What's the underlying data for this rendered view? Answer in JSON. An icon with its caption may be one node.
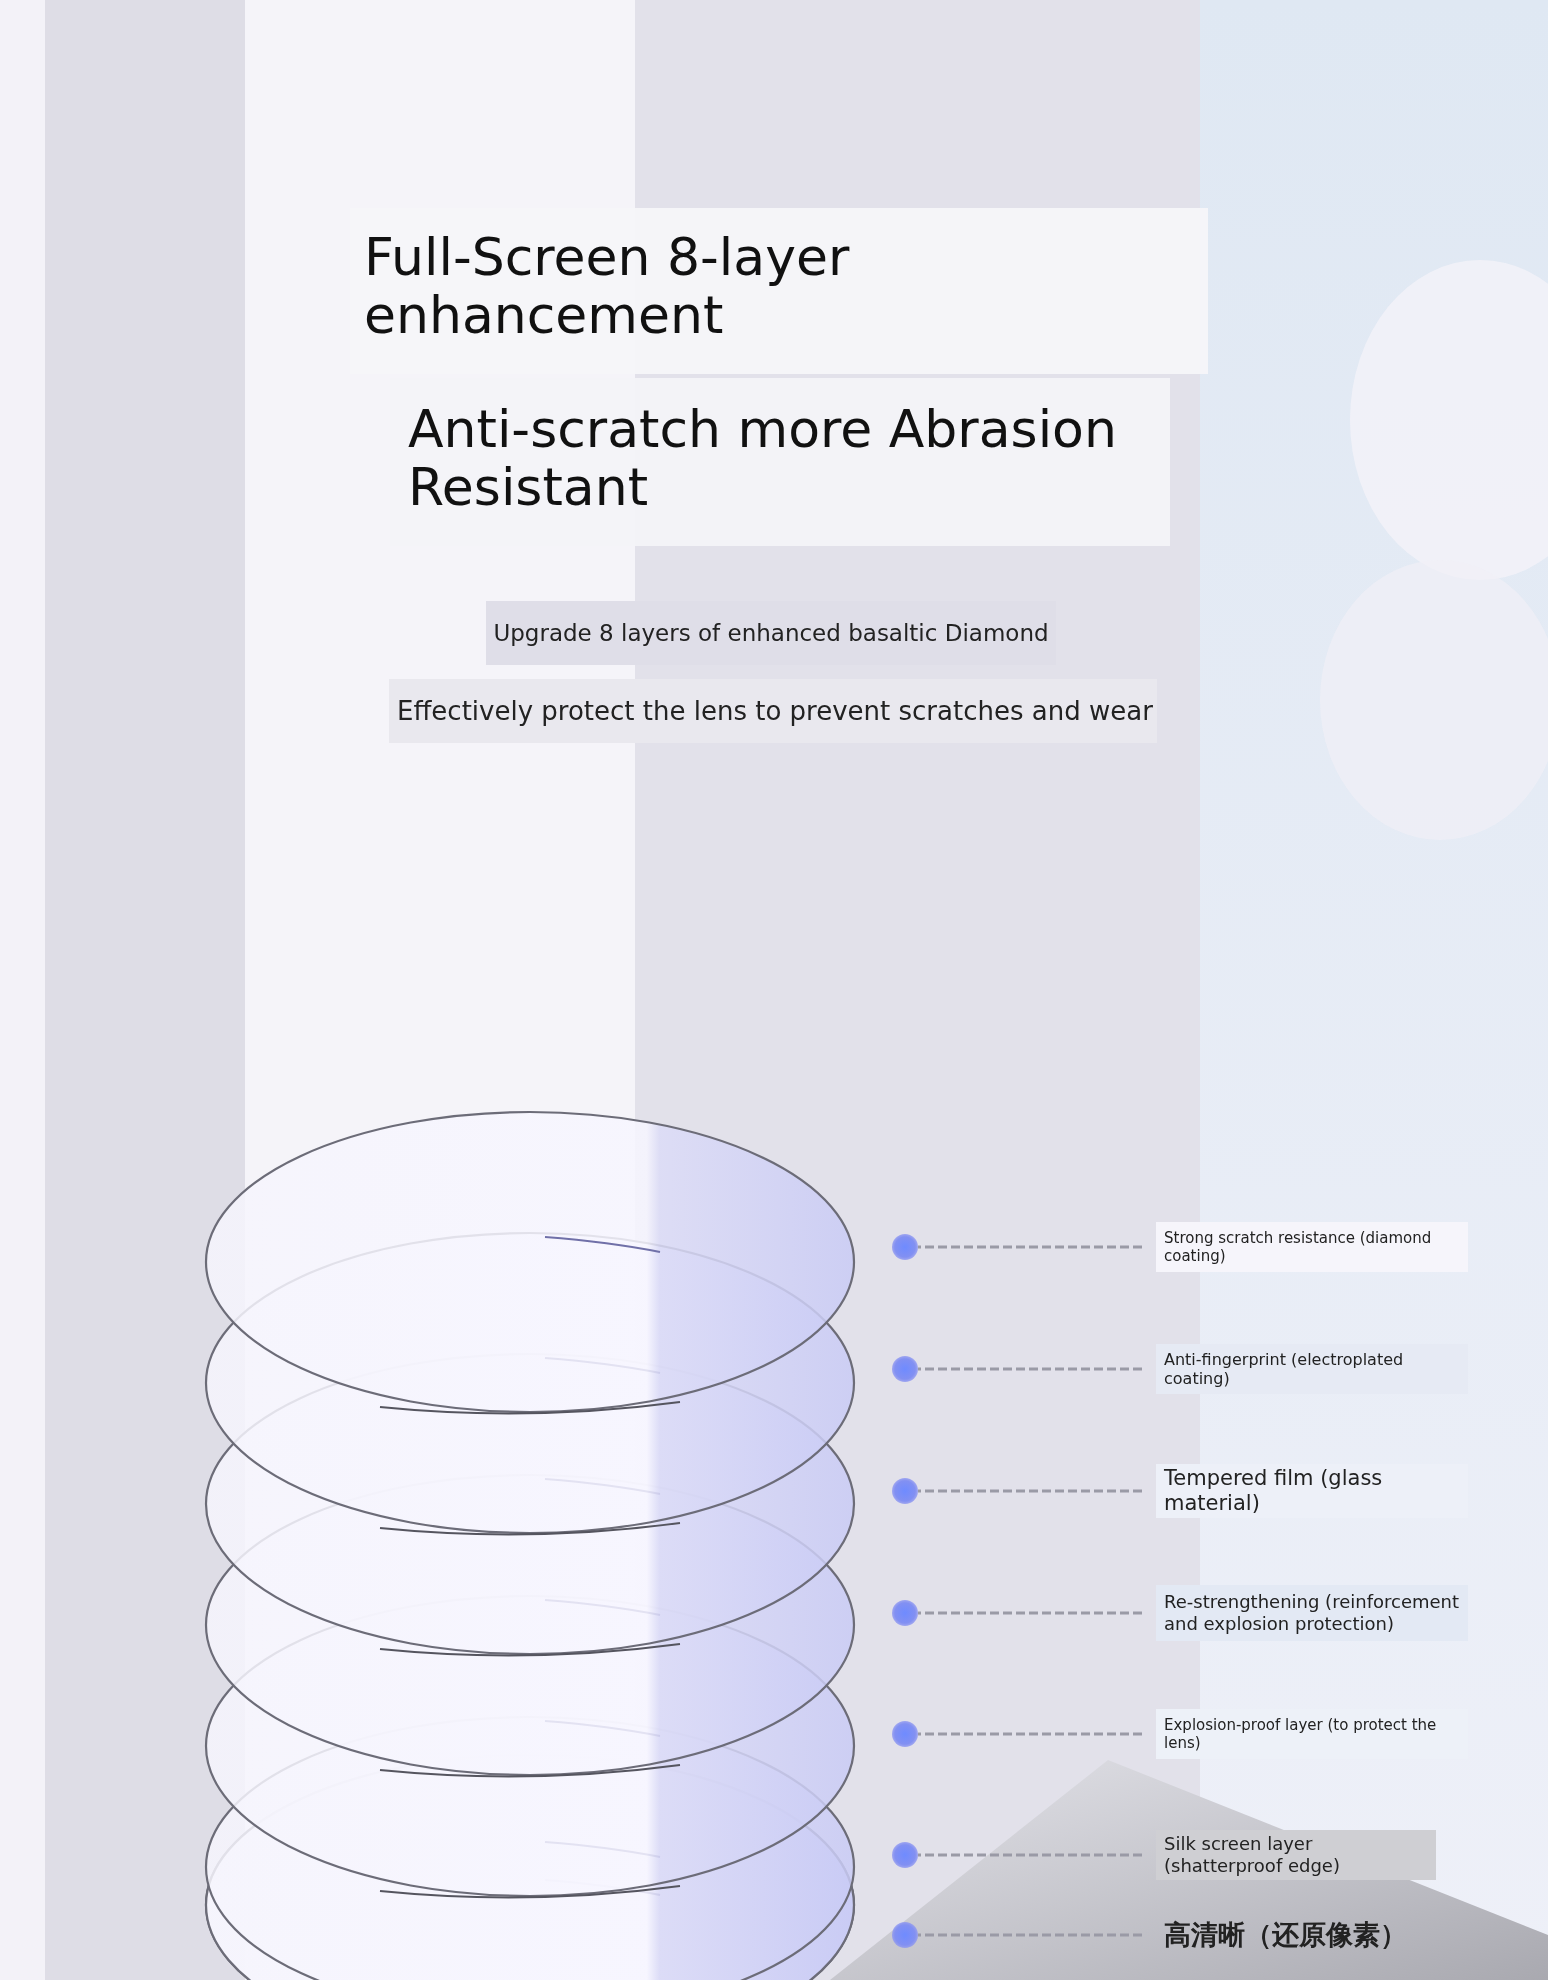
{
  "diagram": {
    "title": "Full-Screen 8-layer enhancement",
    "nodes": [
      {
        "text": [],
        "shape": "circle"
      },
      {
        "text": [
          "Strong scratch resistance (diamond coating)"
        ]
      },
      {
        "text": [],
        "shape": "circle"
      },
      {
        "text": [
          "Anti-fingerprint (electroplated coating)"
        ]
      },
      {
        "text": [],
        "shape": "circle"
      },
      {
        "text": [
          "Tempered film (glass material)"
        ]
      },
      {
        "text": [],
        "shape": "circle"
      },
      {
        "text": [
          "Re-strengthening (reinforcement and explosion protection)"
        ]
      },
      {
        "text": [],
        "shape": "circle"
      },
      {
        "text": [
          "Explosion-proof layer (to protect the lens)"
        ]
      },
      {
        "text": [],
        "shape": "circle"
      },
      {
        "text": [
          "Silk screen layer (shatterproof edge)"
        ]
      },
      {
        "text": [],
        "shape": "circle"
      },
      {
        "text": [
          "高清晰（还原像素）"
        ]
      }
    ],
    "edges": [
      {
        "from": 1,
        "to": 0,
        "arrow": "none",
        "style": "dashed"
      },
      {
        "from": 3,
        "to": 2,
        "arrow": "none",
        "style": "dashed"
      },
      {
        "from": 5,
        "to": 4,
        "arrow": "none",
        "style": "dashed"
      },
      {
        "from": 7,
        "to": 6,
        "arrow": "none",
        "style": "dashed"
      },
      {
        "from": 9,
        "to": 8,
        "arrow": "none",
        "style": "dashed"
      },
      {
        "from": 11,
        "to": 10,
        "arrow": "none",
        "style": "dashed"
      },
      {
        "from": 13,
        "to": 12,
        "arrow": "none",
        "style": "dashed"
      }
    ],
    "labels": [
      "Anti-scratch more Abrasion Resistant",
      "Upgrade 8 layers of enhanced basaltic Diamond",
      "Effectively protect the lens to prevent scratches and wear"
    ]
  }
}
